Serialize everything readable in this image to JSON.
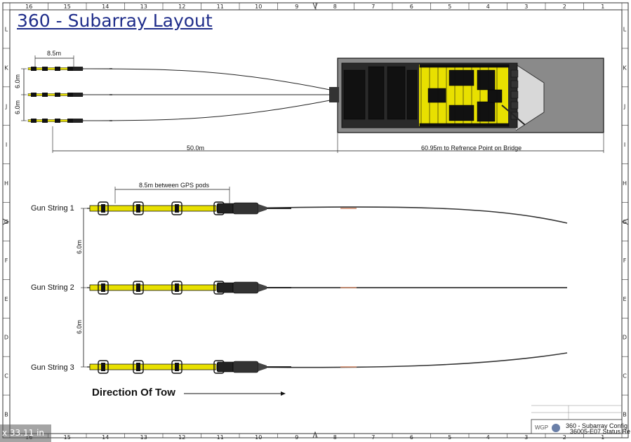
{
  "title": "360 - Subarray Layout",
  "border": {
    "top_columns": [
      "16",
      "15",
      "14",
      "13",
      "12",
      "11",
      "10",
      "9",
      "8",
      "7",
      "6",
      "5",
      "4",
      "3",
      "2",
      "1"
    ],
    "bottom_columns": [
      "16",
      "15",
      "14",
      "13",
      "12",
      "11",
      "10",
      "9",
      "8",
      "7",
      "6",
      "5",
      "4",
      "3",
      "2",
      "1"
    ],
    "rows": [
      "L",
      "K",
      "J",
      "I",
      "H",
      "G",
      "F",
      "E",
      "D",
      "C",
      "B"
    ]
  },
  "top_diagram": {
    "pod_spacing": "8.5m",
    "string_spacing_upper": "6.0m",
    "string_spacing_lower": "6.0m",
    "tow_length": "50.0m",
    "vessel_distance": "60.95m to Refrence Point on Bridge"
  },
  "bottom_diagram": {
    "gps_spacing": "8.5m between GPS pods",
    "string_spacing_upper": "6.0m",
    "string_spacing_lower": "6.0m",
    "strings": [
      {
        "label": "Gun String 1"
      },
      {
        "label": "Gun String 2"
      },
      {
        "label": "Gun String 3"
      }
    ],
    "direction_label": "Direction Of Tow"
  },
  "title_block": {
    "logo": "WGP",
    "line1": "360 - Subarray Config",
    "line2": "36005-E07 Status Re"
  },
  "viewer": {
    "zoom_readout": "x 33.11 in"
  },
  "colors": {
    "gun_yellow": "#e8e000",
    "title_blue": "#1f2d8a",
    "vessel_grey": "#8a8a8a"
  }
}
